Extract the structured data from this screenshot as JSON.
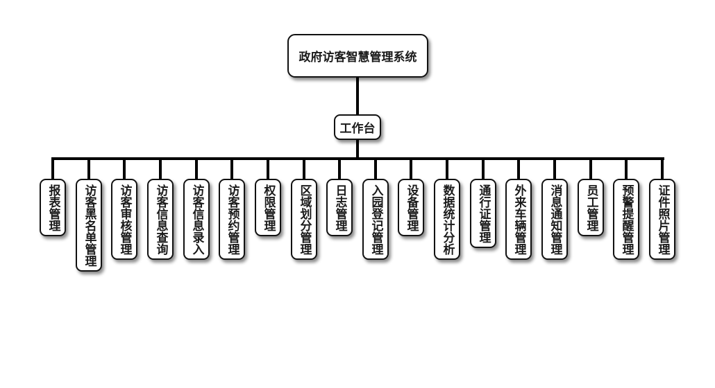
{
  "root": {
    "label": "政府访客智慧管理系统"
  },
  "workbench": {
    "label": "工作台"
  },
  "modules": [
    {
      "label": "报表管理"
    },
    {
      "label": "访客黑名单管理"
    },
    {
      "label": "访客审核管理"
    },
    {
      "label": "访客信息查询"
    },
    {
      "label": "访客信息录入"
    },
    {
      "label": "访客预约管理"
    },
    {
      "label": "权限管理"
    },
    {
      "label": "区域划分管理"
    },
    {
      "label": "日志管理"
    },
    {
      "label": "入园登记管理"
    },
    {
      "label": "设备管理"
    },
    {
      "label": "数据统计分析"
    },
    {
      "label": "通行证管理"
    },
    {
      "label": "外来车辆管理"
    },
    {
      "label": "消息通知管理"
    },
    {
      "label": "员工管理"
    },
    {
      "label": "预警提醒管理"
    },
    {
      "label": "证件照片管理"
    }
  ]
}
